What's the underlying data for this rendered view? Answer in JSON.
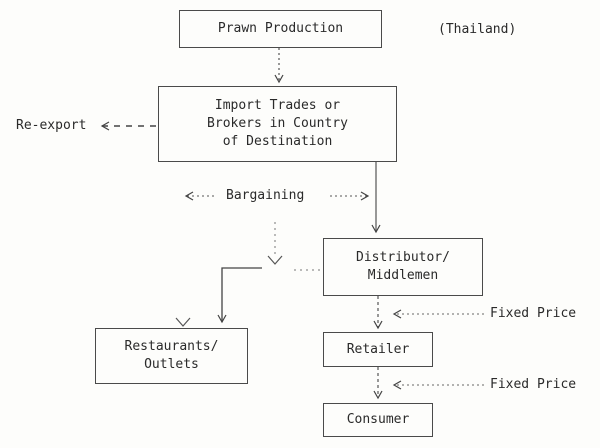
{
  "nodes": {
    "prawn_production": "Prawn Production",
    "import_trades": "Import Trades or\nBrokers in Country\nof Destination",
    "distributor": "Distributor/\nMiddlemen",
    "restaurants": "Restaurants/\nOutlets",
    "retailer": "Retailer",
    "consumer": "Consumer"
  },
  "labels": {
    "thailand": "(Thailand)",
    "re_export": "Re-export",
    "bargaining": "Bargaining",
    "fixed_price_1": "Fixed Price",
    "fixed_price_2": "Fixed Price"
  }
}
